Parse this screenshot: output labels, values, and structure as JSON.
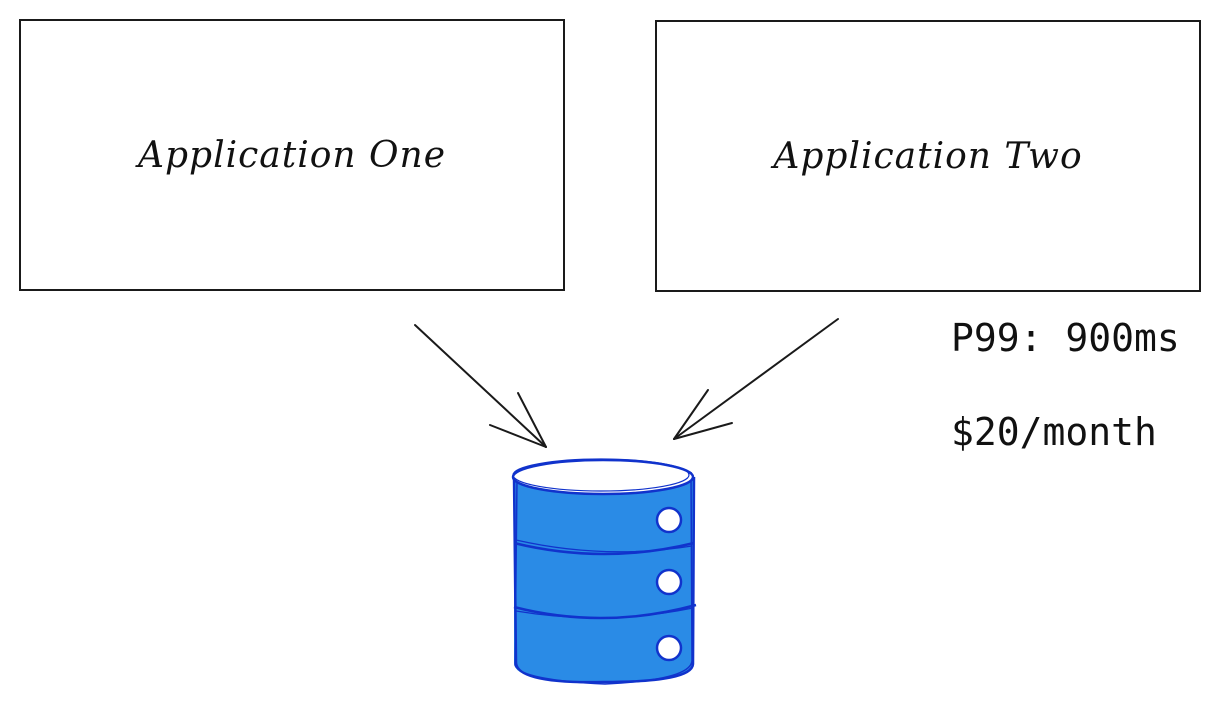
{
  "diagram": {
    "nodes": {
      "app_one": {
        "label": "Application One"
      },
      "app_two": {
        "label": "Application Two"
      },
      "database": {
        "icon": "database-icon",
        "fill": "#2a8be6",
        "stroke": "#1133cc"
      }
    },
    "edges": [
      {
        "from": "app_one",
        "to": "database"
      },
      {
        "from": "app_two",
        "to": "database"
      }
    ],
    "metrics": {
      "p99": "P99: 900ms",
      "cost": "$20/month"
    }
  }
}
